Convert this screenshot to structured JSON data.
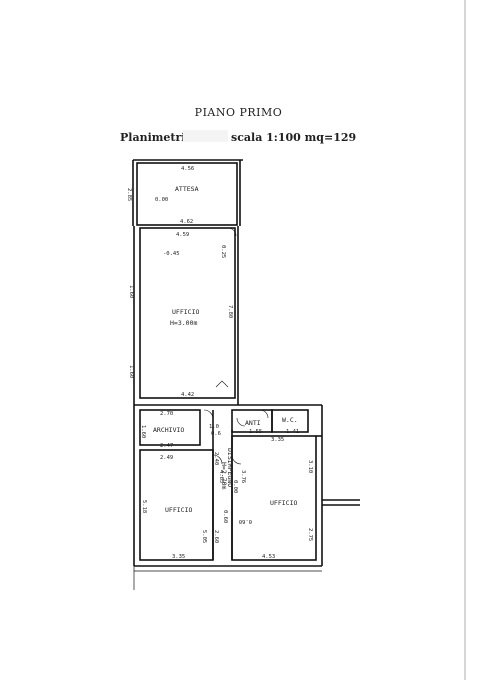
{
  "header": {
    "title": "PIANO PRIMO",
    "subtitle_left": "Planimetria",
    "subtitle_right": "scala 1:100 mq=129"
  },
  "rooms": {
    "attesa": "ATTESA",
    "ufficio_main": "UFFICIO",
    "ufficio_main_height": "H=3.00m",
    "archivio": "ARCHIVIO",
    "anti": "ANTI",
    "wc": "W.C.",
    "disimpegno": "DISIMPEGNO",
    "disimpegno_height": "H=2.70m",
    "ufficio_left": "UFFICIO",
    "ufficio_right": "UFFICIO"
  },
  "levels": {
    "attesa": "0.00",
    "ufficio": "-0.45",
    "landing": "1.0",
    "landing_sub": "0.6",
    "disimpegno": "0.00",
    "ufficio_right": "0.60"
  },
  "dimensions": {
    "attesa_top": "4.56",
    "attesa_bottom": "4.62",
    "attesa_left": "2.85",
    "ufficio_top": "4.59",
    "ufficio_bottom": "4.42",
    "ufficio_left_top": "1.60",
    "ufficio_left_bottom": "1.60",
    "ufficio_right": "7.80",
    "ufficio_right_small": "0.25",
    "archivio_top": "2.70",
    "archivio_bottom": "2.47",
    "archivio_left": "1.60",
    "uff_left_top": "2.49",
    "uff_left_side": "5.18",
    "uff_left_right": "5.05",
    "uff_left_bottom": "3.35",
    "anti_bottom": "1.55",
    "wc_bottom": "1.41",
    "uff_right_top": "3.35",
    "uff_right_side": "3.76",
    "uff_right_r1": "3.10",
    "uff_right_r2": "2.75",
    "uff_right_bottom": "4.53",
    "dis_1": "2.40",
    "dis_2": "2.60",
    "dis_3": "0.60",
    "dis_4": "4.65"
  }
}
